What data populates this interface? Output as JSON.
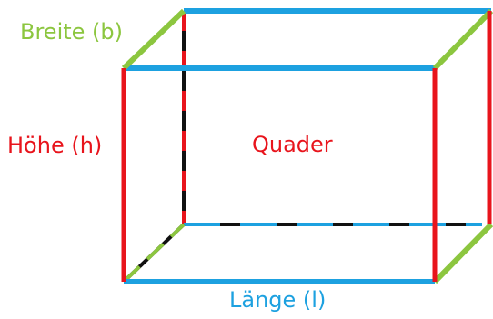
{
  "labels": {
    "width": "Breite (b)",
    "height": "Höhe (h)",
    "title": "Quader",
    "length": "Länge (l)"
  },
  "colors": {
    "width": "#8cc63f",
    "height": "#e8141c",
    "title": "#e8141c",
    "length": "#1da1e0",
    "hidden_dash": "#111111"
  }
}
